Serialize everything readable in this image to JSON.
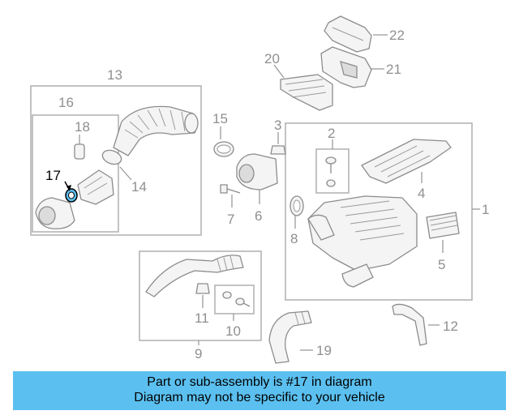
{
  "diagram": {
    "highlight_color": "#5bc0f0",
    "highlighted_part": "17",
    "callouts": {
      "c1": "1",
      "c2": "2",
      "c3": "3",
      "c4": "4",
      "c5": "5",
      "c6": "6",
      "c7": "7",
      "c8": "8",
      "c9": "9",
      "c10": "10",
      "c11": "11",
      "c12": "12",
      "c13": "13",
      "c14": "14",
      "c15": "15",
      "c16": "16",
      "c17": "17",
      "c18": "18",
      "c19": "19",
      "c20": "20",
      "c21": "21",
      "c22": "22"
    }
  },
  "banner": {
    "line1": "Part or sub-assembly is #17 in diagram",
    "line2": "Diagram may not be specific to your vehicle",
    "background": "#5bc0f0"
  }
}
